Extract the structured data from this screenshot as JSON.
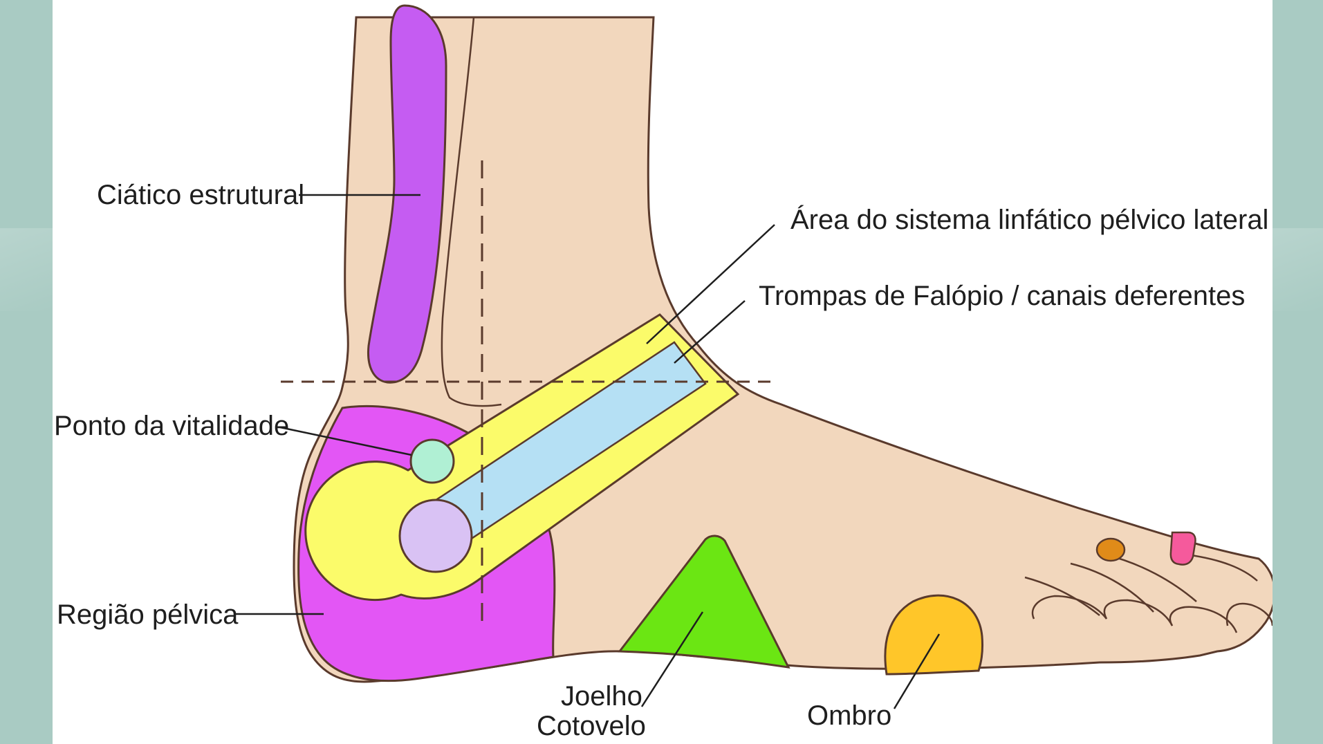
{
  "diagram": {
    "labels": {
      "sciatic": "Ciático estrutural",
      "lymph": "Área do sistema linfático pélvico lateral",
      "fallopian": "Trompas de Falópio / canais deferentes",
      "vitality": "Ponto da vitalidade",
      "pelvic": "Região pélvica",
      "knee": "Joelho",
      "elbow": "Cotovelo",
      "shoulder": "Ombro"
    },
    "colors": {
      "skin": "#f2d7bd",
      "outline": "#5a3a2c",
      "sciatic": "#c55cf2",
      "pelvic": "#e356f5",
      "yellow_band": "#fbfb6a",
      "blue_band": "#b5e0f4",
      "vitality": "#b0f0d4",
      "pelvic_circle": "#d9c2f4",
      "knee_elbow": "#6be613",
      "shoulder": "#ffc629",
      "toe_orange": "#e08b19",
      "toe_pink": "#f55a9c",
      "side_bands": "#a9cbc3"
    }
  }
}
